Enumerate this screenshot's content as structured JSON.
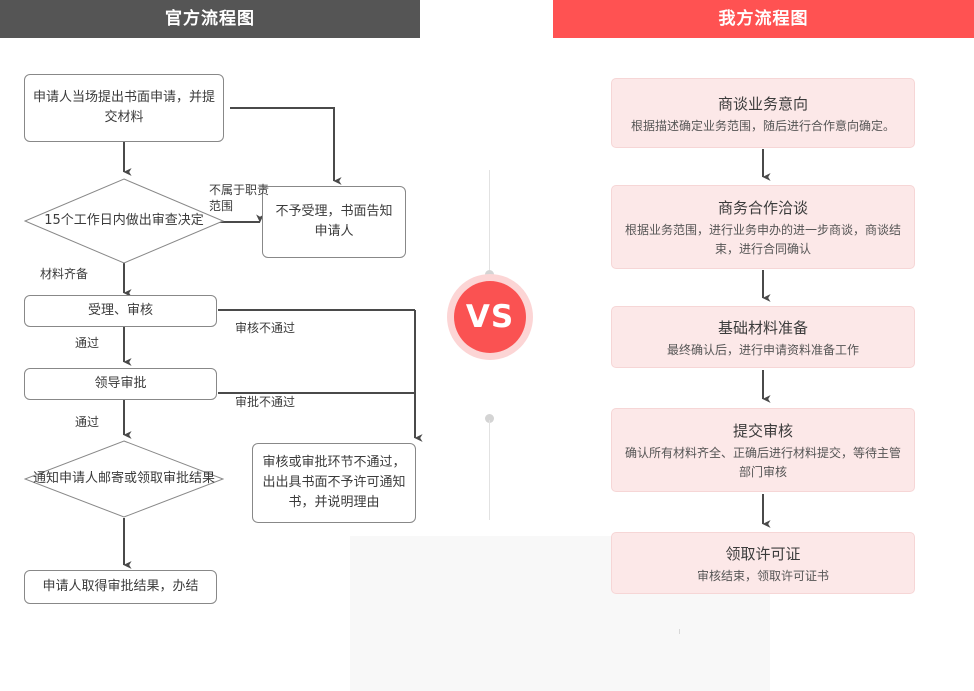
{
  "headers": {
    "left": "官方流程图",
    "right": "我方流程图"
  },
  "vs": {
    "label": "VS"
  },
  "colors": {
    "header_left_bg": "#555555",
    "header_right_bg": "#ff5252",
    "vs_circle": "#fa5252",
    "vs_ring": "#fcd5d5",
    "right_box_bg": "#fce8e8",
    "right_box_border": "#f6d6d6",
    "left_box_border": "#888888",
    "panel_bg": "#f8f8f8"
  },
  "official_flow": {
    "nodes": [
      {
        "id": "n1",
        "type": "box",
        "text": "申请人当场提出书面申请，并提交材料"
      },
      {
        "id": "n2",
        "type": "diamond",
        "text": "15个工作日内做出审查决定"
      },
      {
        "id": "n3",
        "type": "box",
        "text": "不予受理，书面告知申请人"
      },
      {
        "id": "n4",
        "type": "box",
        "text": "受理、审核"
      },
      {
        "id": "n5",
        "type": "box",
        "text": "领导审批"
      },
      {
        "id": "n6",
        "type": "diamond",
        "text": "通知申请人邮寄或领取审批结果"
      },
      {
        "id": "n7",
        "type": "box",
        "text": "申请人取得审批结果，办结"
      },
      {
        "id": "n8",
        "type": "box",
        "text": "审核或审批环节不通过，出出具书面不予许可通知书，并说明理由"
      }
    ],
    "edge_labels": [
      {
        "id": "e1",
        "text": "不属于职责范围"
      },
      {
        "id": "e2",
        "text": "材料齐备"
      },
      {
        "id": "e3",
        "text": "通过"
      },
      {
        "id": "e4",
        "text": "审核不通过"
      },
      {
        "id": "e5",
        "text": "通过"
      },
      {
        "id": "e6",
        "text": "审批不通过"
      }
    ]
  },
  "our_flow": {
    "steps": [
      {
        "title": "商谈业务意向",
        "desc": "根据描述确定业务范围，随后进行合作意向确定。"
      },
      {
        "title": "商务合作洽谈",
        "desc": "根据业务范围，进行业务申办的进一步商谈，商谈结束，进行合同确认"
      },
      {
        "title": "基础材料准备",
        "desc": "最终确认后，进行申请资料准备工作"
      },
      {
        "title": "提交审核",
        "desc": "确认所有材料齐全、正确后进行材料提交，等待主管部门审核"
      },
      {
        "title": "领取许可证",
        "desc": "审核结束，领取许可证书"
      }
    ]
  }
}
